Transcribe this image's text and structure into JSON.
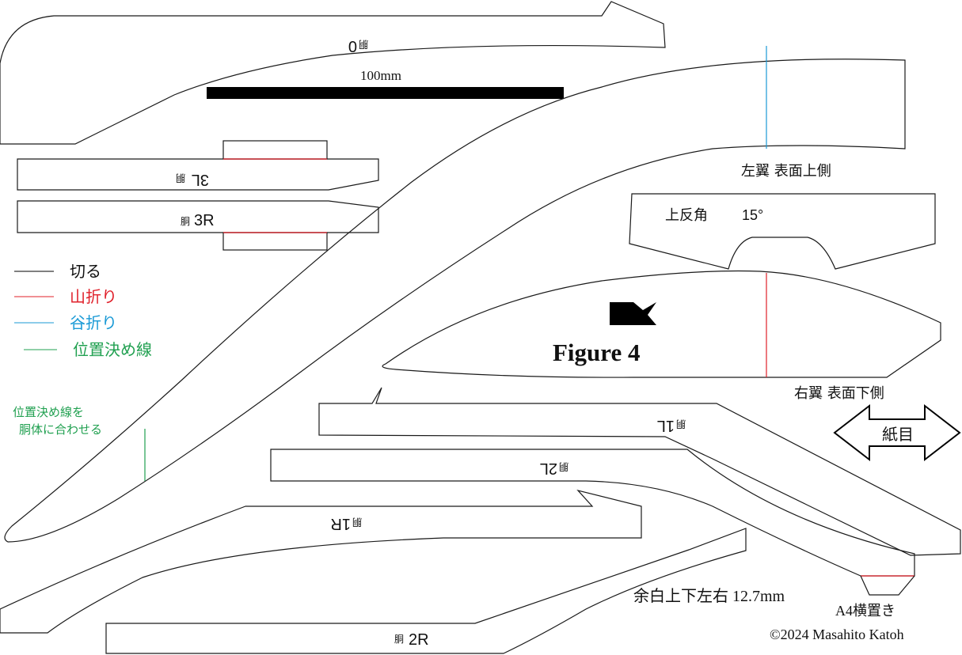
{
  "scale_label": "100mm",
  "figure_title": "Figure 4",
  "copyright": "©2024 Masahito Katoh",
  "margin_note": "余白上下左右 12.7mm",
  "paper_note": "A4横置き",
  "grain_label": "紙目",
  "dihedral_label": "上反角",
  "dihedral_value": "15°",
  "left_wing_label": "左翼  表面上側",
  "right_wing_label": "右翼  表面下側",
  "alignment_note": [
    "位置決め線を",
    "胴体に合わせる"
  ],
  "legend": [
    {
      "label": "切る",
      "color": "#000000"
    },
    {
      "label": "山折り",
      "color": "#e0202a"
    },
    {
      "label": "谷折り",
      "color": "#1a9ad6"
    },
    {
      "label": "位置決め線",
      "color": "#20a050"
    }
  ],
  "parts": {
    "p0": {
      "prefix": "胴",
      "num": "0"
    },
    "p3L": {
      "prefix": "胴",
      "num": "3L"
    },
    "p3R": {
      "prefix": "胴",
      "num": " 3R"
    },
    "p1L": {
      "prefix": "胴",
      "num": "1L"
    },
    "p2L": {
      "prefix": "胴",
      "num": "2L"
    },
    "p1R": {
      "prefix": "胴",
      "num": "1R"
    },
    "p2R": {
      "prefix": "胴",
      "num": "2R"
    }
  },
  "colors": {
    "mountain": "#e0202a",
    "valley": "#1a9ad6",
    "position": "#20a050"
  }
}
